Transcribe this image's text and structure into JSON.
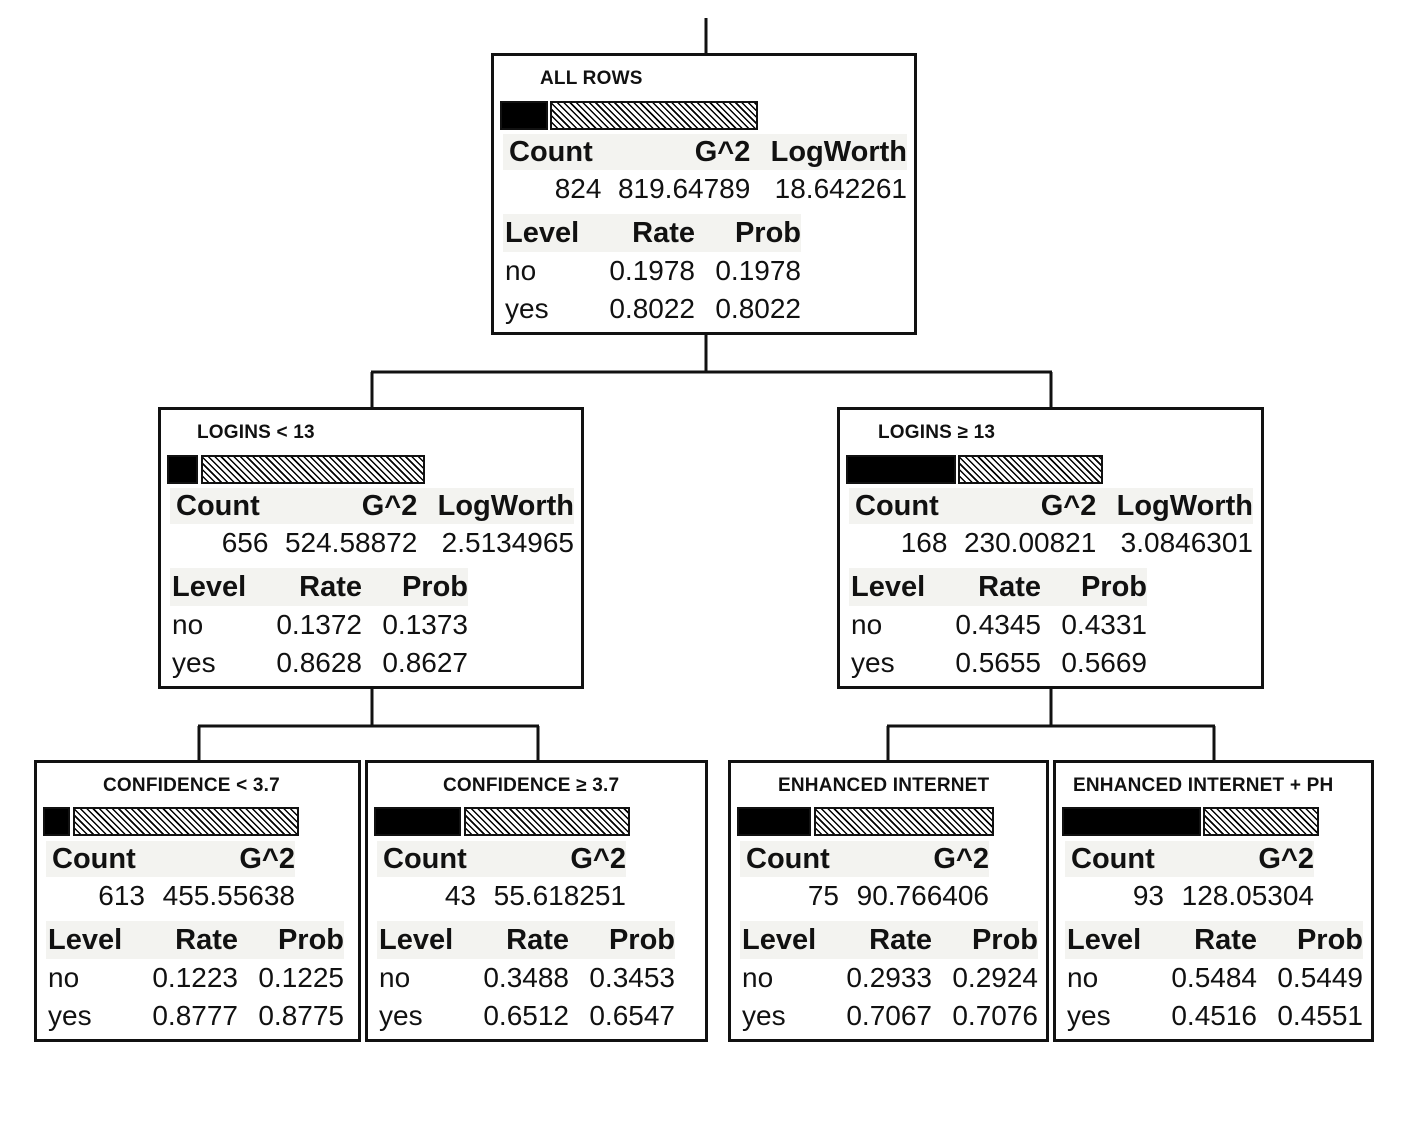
{
  "headers": {
    "count": "Count",
    "g2": "G^2",
    "logworth": "LogWorth",
    "level": "Level",
    "rate": "Rate",
    "prob": "Prob"
  },
  "nodes": {
    "root": {
      "title": "ALL ROWS",
      "count": "824",
      "g2": "819.64789",
      "logworth": "18.642261",
      "rows": [
        {
          "level": "no",
          "rate": "0.1978",
          "prob": "0.1978"
        },
        {
          "level": "yes",
          "rate": "0.8022",
          "prob": "0.8022"
        }
      ]
    },
    "logins_lt": {
      "title": "LOGINS < 13",
      "count": "656",
      "g2": "524.58872",
      "logworth": "2.5134965",
      "rows": [
        {
          "level": "no",
          "rate": "0.1372",
          "prob": "0.1373"
        },
        {
          "level": "yes",
          "rate": "0.8628",
          "prob": "0.8627"
        }
      ]
    },
    "logins_ge": {
      "title": "LOGINS ≥ 13",
      "count": "168",
      "g2": "230.00821",
      "logworth": "3.0846301",
      "rows": [
        {
          "level": "no",
          "rate": "0.4345",
          "prob": "0.4331"
        },
        {
          "level": "yes",
          "rate": "0.5655",
          "prob": "0.5669"
        }
      ]
    },
    "conf_lt": {
      "title": "CONFIDENCE < 3.7",
      "count": "613",
      "g2": "455.55638",
      "rows": [
        {
          "level": "no",
          "rate": "0.1223",
          "prob": "0.1225"
        },
        {
          "level": "yes",
          "rate": "0.8777",
          "prob": "0.8775"
        }
      ]
    },
    "conf_ge": {
      "title": "CONFIDENCE ≥ 3.7",
      "count": "43",
      "g2": "55.618251",
      "rows": [
        {
          "level": "no",
          "rate": "0.3488",
          "prob": "0.3453"
        },
        {
          "level": "yes",
          "rate": "0.6512",
          "prob": "0.6547"
        }
      ]
    },
    "enh": {
      "title": "ENHANCED INTERNET",
      "count": "75",
      "g2": "90.766406",
      "rows": [
        {
          "level": "no",
          "rate": "0.2933",
          "prob": "0.2924"
        },
        {
          "level": "yes",
          "rate": "0.7067",
          "prob": "0.7076"
        }
      ]
    },
    "enh_ph": {
      "title": "ENHANCED INTERNET + PH",
      "count": "93",
      "g2": "128.05304",
      "rows": [
        {
          "level": "no",
          "rate": "0.5484",
          "prob": "0.5449"
        },
        {
          "level": "yes",
          "rate": "0.4516",
          "prob": "0.4551"
        }
      ]
    }
  }
}
